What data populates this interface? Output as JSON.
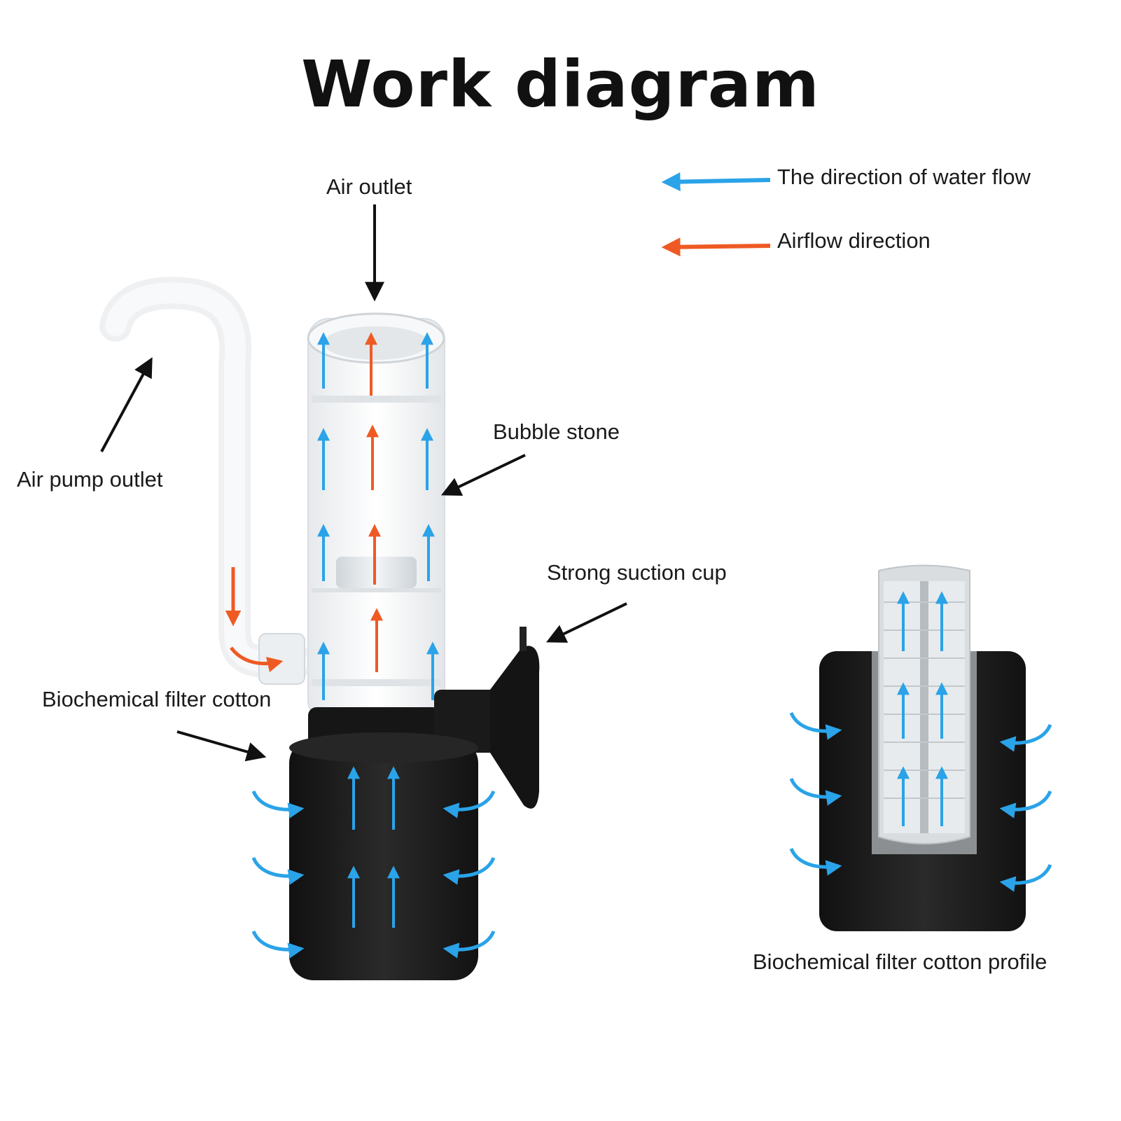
{
  "title": "Work diagram",
  "legend": {
    "water_flow": {
      "label": "The direction of water flow",
      "color": "#2aa3e8"
    },
    "airflow": {
      "label": "Airflow direction",
      "color": "#ef5a24"
    }
  },
  "labels": {
    "air_outlet": "Air outlet",
    "bubble_stone": "Bubble stone",
    "air_pump_outlet": "Air pump outlet",
    "strong_suction_cup": "Strong suction cup",
    "biochemical_filter_cotton": "Biochemical filter cotton",
    "profile_caption": "Biochemical filter cotton profile"
  },
  "colors": {
    "pointer": "#111111",
    "sponge": "#1b1b1b",
    "tube": "#f2f4f6"
  }
}
